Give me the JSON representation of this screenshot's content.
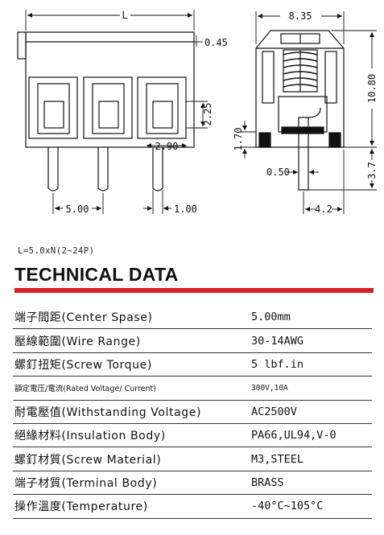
{
  "drawing": {
    "front_view": {
      "length_label": "L",
      "dim_0_45": "0.45",
      "dim_2_25": "2.25",
      "dim_2_90": "2.90",
      "dim_1_70": "1.70",
      "dim_5_00": "5.00",
      "dim_1_00": "1.00"
    },
    "side_view": {
      "dim_8_35": "8.35",
      "dim_10_80": "10.80",
      "dim_0_50": "0.50",
      "dim_3_7": "3.7",
      "dim_4_2": "4.2"
    }
  },
  "note": "L=5.0xN(2~24P)",
  "heading": "TECHNICAL DATA",
  "accent_color": "#d61f26",
  "specs": [
    {
      "label": "端子間距(Center Spase)",
      "value": "5.00mm"
    },
    {
      "label": "壓線範圍(Wire Range)",
      "value": "30-14AWG"
    },
    {
      "label": "螺釘扭矩(Screw Torque)",
      "value": "5 lbf.in"
    },
    {
      "label": "額定電压/電流(Rated Voltage/ Current)",
      "value": "300V,10A"
    },
    {
      "label": "耐電壓值(Withstanding Voltage)",
      "value": "AC2500V"
    },
    {
      "label": "絕緣材料(Insulation Body)",
      "value": "PA66,UL94,V-0"
    },
    {
      "label": "螺釘材質(Screw Material)",
      "value": "M3,STEEL"
    },
    {
      "label": "端子材質(Terminal Body)",
      "value": "BRASS"
    },
    {
      "label": "操作溫度(Temperature)",
      "value": "-40°C~105°C"
    }
  ]
}
